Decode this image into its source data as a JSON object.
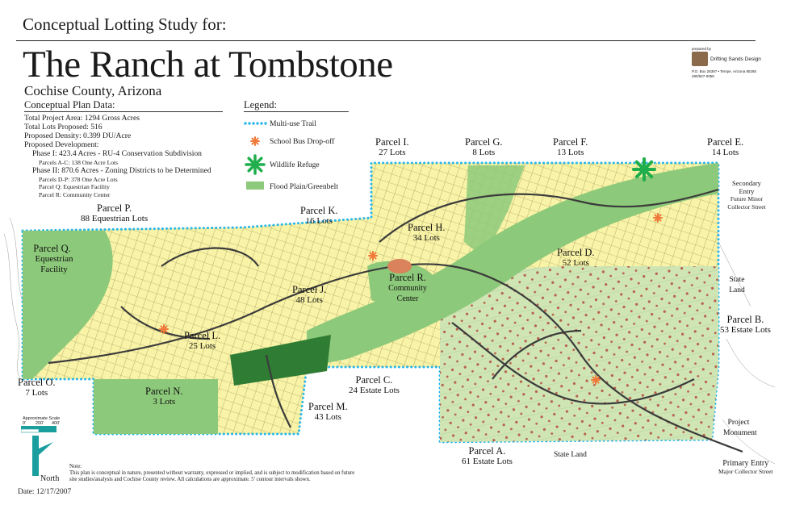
{
  "header": {
    "kicker": "Conceptual Lotting Study for:",
    "title": "The Ranch at Tombstone",
    "county": "Cochise County, Arizona"
  },
  "designer": {
    "prepared_by": "prepared by",
    "name": "Drifting Sands Design",
    "address": "P.O. Box 26397  •  Tempe, Arizona  85285",
    "phone": "480/927-0058"
  },
  "plan_data": {
    "heading": "Conceptual Plan Data:",
    "lines": [
      {
        "text": "Total Project Area: 1294 Gross Acres",
        "indent": 0
      },
      {
        "text": "Total Lots Proposed: 516",
        "indent": 0
      },
      {
        "text": "Proposed Density: 0.399 DU/Acre",
        "indent": 0
      },
      {
        "text": "Proposed Development:",
        "indent": 0
      },
      {
        "text": "Phase I: 423.4 Acres - RU-4 Conservation Subdivision",
        "indent": 1
      },
      {
        "text": "Parcels A-C: 138 One Acre Lots",
        "indent": 2
      },
      {
        "text": "Phase II: 870.6 Acres - Zoning Districts to be Determined",
        "indent": 1
      },
      {
        "text": "Parcels D-P: 378 One Acre Lots",
        "indent": 2
      },
      {
        "text": "Parcel Q: Equestrian Facility",
        "indent": 2
      },
      {
        "text": "Parcel R: Community Center",
        "indent": 2
      }
    ]
  },
  "legend": {
    "heading": "Legend:",
    "items": [
      {
        "label": "Multi-use Trail",
        "symbol": "dotted-line",
        "color": "#29b6e8"
      },
      {
        "label": "School Bus Drop-off",
        "symbol": "asterisk",
        "color": "#f07a3a"
      },
      {
        "label": "Wildlife Refuge",
        "symbol": "asterisk-large",
        "color": "#1fae4b"
      },
      {
        "label": "Flood Plain/Greenbelt",
        "symbol": "swatch",
        "color": "#8dc97a"
      }
    ]
  },
  "colors": {
    "lots": "#f8f3a6",
    "estate": "#cfe5b4",
    "greenbelt": "#8dc97a",
    "refuge": "#2f7d34",
    "trail": "#29b6e8",
    "road": "#3b3b3b",
    "bus": "#f07a3a",
    "wildlife": "#1fae4b",
    "center": "#d9825b"
  },
  "parcels": [
    {
      "id": "P",
      "name": "Parcel P.",
      "lots": "88 Equestrian Lots"
    },
    {
      "id": "Q",
      "name": "Parcel Q.",
      "lots": "Equestrian Facility"
    },
    {
      "id": "K",
      "name": "Parcel K.",
      "lots": "16 Lots"
    },
    {
      "id": "I",
      "name": "Parcel I.",
      "lots": "27 Lots"
    },
    {
      "id": "G",
      "name": "Parcel G.",
      "lots": "8 Lots"
    },
    {
      "id": "F",
      "name": "Parcel F.",
      "lots": "13 Lots"
    },
    {
      "id": "E",
      "name": "Parcel E.",
      "lots": "14 Lots"
    },
    {
      "id": "H",
      "name": "Parcel H.",
      "lots": "34 Lots"
    },
    {
      "id": "D",
      "name": "Parcel D.",
      "lots": "52 Lots"
    },
    {
      "id": "R",
      "name": "Parcel R.",
      "lots": "Community Center"
    },
    {
      "id": "J",
      "name": "Parcel J.",
      "lots": "48 Lots"
    },
    {
      "id": "L",
      "name": "Parcel L.",
      "lots": "25 Lots"
    },
    {
      "id": "O",
      "name": "Parcel O.",
      "lots": "7 Lots"
    },
    {
      "id": "N",
      "name": "Parcel N.",
      "lots": "3 Lots"
    },
    {
      "id": "M",
      "name": "Parcel M.",
      "lots": "43 Lots"
    },
    {
      "id": "C",
      "name": "Parcel C.",
      "lots": "24 Estate Lots"
    },
    {
      "id": "A",
      "name": "Parcel A.",
      "lots": "61 Estate Lots"
    },
    {
      "id": "B",
      "name": "Parcel B.",
      "lots": "53 Estate Lots"
    }
  ],
  "map_notes": {
    "secondary_entry": "Secondary Entry",
    "future_minor": "Future Minor Collector Street",
    "state_land_east": "State Land",
    "state_land_south": "State Land",
    "project_monument": "Project Monument",
    "primary_entry": "Primary Entry",
    "major_collector": "Major Collector Street"
  },
  "scale": {
    "title": "Approximate Scale",
    "ticks": [
      "0'",
      "200'",
      "400'"
    ],
    "north": "North"
  },
  "footer": {
    "date": "Date: 12/17/2007",
    "note_heading": "Note:",
    "note": "This plan is conceptual in nature,  presented without warranty, expressed or implied, and is subject to modification based on future site studies/analysis and Cochise County review.  All calculations are approximate.  5' contour intervals shown."
  }
}
